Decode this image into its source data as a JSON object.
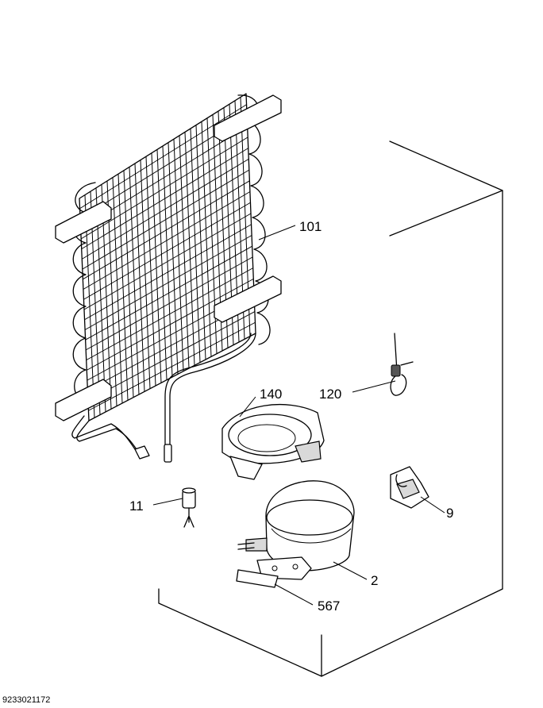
{
  "diagram": {
    "labels": {
      "condenser": "101",
      "thermostat_sensor": "120",
      "drip_tray": "140",
      "drier_filter": "11",
      "relay": "9",
      "compressor": "2",
      "mounting_plate": "567"
    },
    "document_number": "9233021172"
  }
}
